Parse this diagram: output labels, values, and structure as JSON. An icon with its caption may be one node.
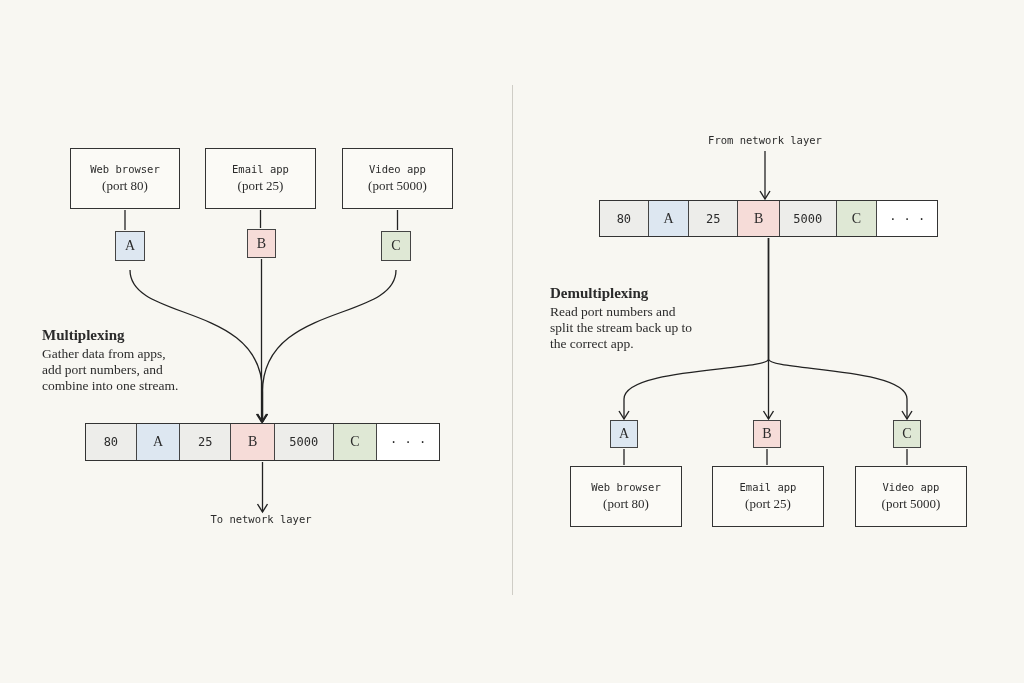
{
  "diagram": {
    "nodes": [
      {
        "text": [
          "Web browser",
          "(port 80)"
        ]
      },
      {
        "text": [
          "Email app",
          "(port 25)"
        ]
      },
      {
        "text": [
          "Video app",
          "(port 5000)"
        ]
      },
      {
        "text": [
          "A"
        ]
      },
      {
        "text": [
          "B"
        ]
      },
      {
        "text": [
          "C"
        ]
      },
      {
        "text": [],
        "shape": "bar"
      },
      {
        "text": [
          "80"
        ],
        "in": 6
      },
      {
        "text": [
          "A"
        ],
        "in": 6
      },
      {
        "text": [
          "25"
        ],
        "in": 6
      },
      {
        "text": [
          "B"
        ],
        "in": 6
      },
      {
        "text": [
          "5000"
        ],
        "in": 6
      },
      {
        "text": [
          "C"
        ],
        "in": 6
      },
      {
        "text": [
          "· · ·"
        ],
        "in": 6
      },
      {
        "text": [
          "To network layer"
        ]
      },
      {
        "text": [
          "From network layer"
        ]
      },
      {
        "text": [],
        "shape": "bar"
      },
      {
        "text": [
          "80"
        ],
        "in": 16
      },
      {
        "text": [
          "A"
        ],
        "in": 16
      },
      {
        "text": [
          "25"
        ],
        "in": 16
      },
      {
        "text": [
          "B"
        ],
        "in": 16
      },
      {
        "text": [
          "5000"
        ],
        "in": 16
      },
      {
        "text": [
          "C"
        ],
        "in": 16
      },
      {
        "text": [
          "· · ·"
        ],
        "in": 16
      },
      {
        "text": [
          "A"
        ]
      },
      {
        "text": [
          "B"
        ]
      },
      {
        "text": [
          "C"
        ]
      },
      {
        "text": [
          "Web browser",
          "(port 80)"
        ]
      },
      {
        "text": [
          "Email app",
          "(port 25)"
        ]
      },
      {
        "text": [
          "Video app",
          "(port 5000)"
        ]
      }
    ],
    "edges": [
      {
        "from": 0,
        "to": 3,
        "arrow": "none"
      },
      {
        "from": 1,
        "to": 4,
        "arrow": "none"
      },
      {
        "from": 2,
        "to": 5,
        "arrow": "none"
      },
      {
        "from": 3,
        "to": 6,
        "arrow": "to"
      },
      {
        "from": 4,
        "to": 6,
        "arrow": "to"
      },
      {
        "from": 5,
        "to": 6,
        "arrow": "to"
      },
      {
        "from": 6,
        "to": 14,
        "arrow": "to"
      },
      {
        "from": 15,
        "to": 16,
        "arrow": "to"
      },
      {
        "from": 16,
        "to": 24,
        "arrow": "to"
      },
      {
        "from": 16,
        "to": 25,
        "arrow": "to"
      },
      {
        "from": 16,
        "to": 26,
        "arrow": "to"
      },
      {
        "from": 24,
        "to": 27,
        "arrow": "none"
      },
      {
        "from": 25,
        "to": 28,
        "arrow": "none"
      },
      {
        "from": 26,
        "to": 29,
        "arrow": "none"
      }
    ],
    "labels": [
      "Multiplexing",
      "Gather data from apps, add port numbers, and combine into one stream.",
      "Demultiplexing",
      "Read port numbers and split the stream back up to the correct app."
    ]
  }
}
